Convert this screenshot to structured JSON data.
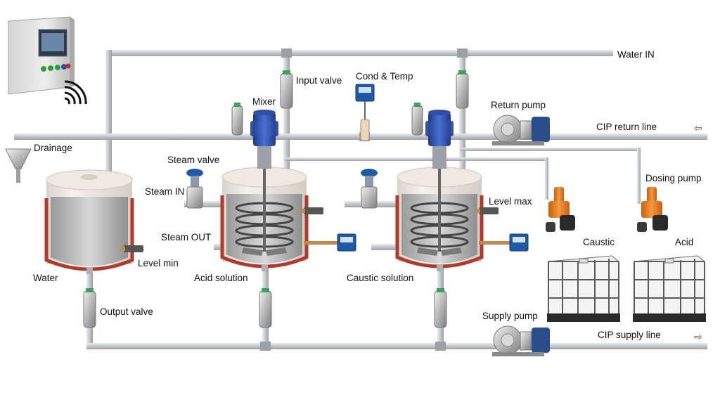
{
  "labels": {
    "water_in": "Water IN",
    "input_valve": "Input valve",
    "cond_temp": "Cond & Temp",
    "mixer": "Mixer",
    "return_pump": "Return pump",
    "cip_return_line": "CIP return line",
    "drainage": "Drainage",
    "steam_valve": "Steam valve",
    "steam_in": "Steam IN",
    "steam_out": "Steam OUT",
    "dosing_pump": "Dosing pump",
    "level_max": "Level max",
    "level_min": "Level min",
    "caustic": "Caustic",
    "acid": "Acid",
    "water": "Water",
    "acid_solution": "Acid solution",
    "caustic_solution": "Caustic solution",
    "output_valve": "Output valve",
    "supply_pump": "Supply pump",
    "cip_supply_line": "CIP supply line"
  },
  "arrows": {
    "return_direction": "⇦",
    "supply_direction": "⇨"
  },
  "colors": {
    "pipe": "#c9ccd0",
    "tank_shell": "#f2ece4",
    "tank_jacket": "#c0392b",
    "motor_blue": "#2f4fa8",
    "pump_orange": "#e8781e",
    "display_blue": "#1e5aa8"
  }
}
